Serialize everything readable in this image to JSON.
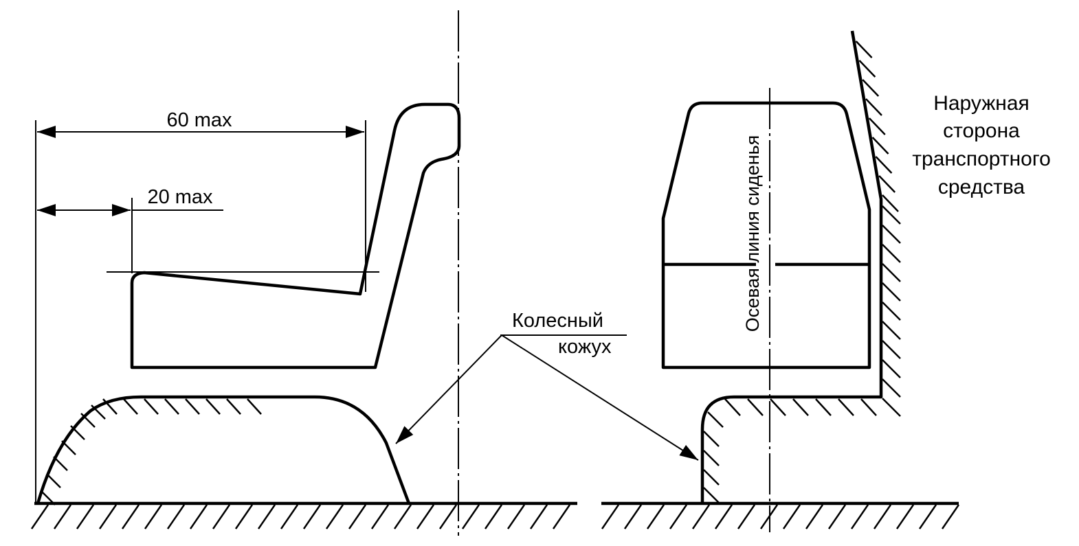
{
  "dimensions": {
    "overall": "60 max",
    "front": "20 max"
  },
  "labels": {
    "wheel_housing": [
      "Колесный",
      "кожух"
    ],
    "seat_centerline": "Осевая линия сиденья",
    "vehicle_exterior": [
      "Наружная",
      "сторона",
      "транспортного",
      "средства"
    ]
  }
}
